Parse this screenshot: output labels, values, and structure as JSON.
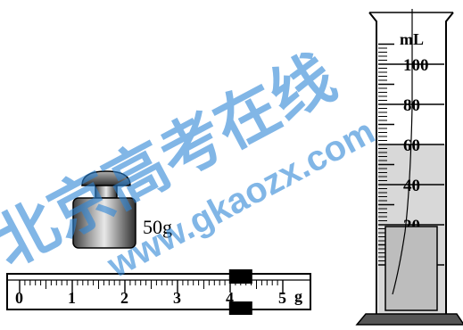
{
  "watermark": {
    "line1": "北京高考在线",
    "line2": "www.gkaozx.com",
    "color": "#2f86d6"
  },
  "weight": {
    "label": "50g"
  },
  "ruler": {
    "ticks": [
      "0",
      "1",
      "2",
      "3",
      "4",
      "5"
    ],
    "unit": "g",
    "rider_position_g": 4.2
  },
  "cylinder": {
    "unit": "mL",
    "scale_labels": [
      "100",
      "80",
      "60",
      "40",
      "20"
    ],
    "liquid_level_ml": 60,
    "object_level_ml": 20
  }
}
